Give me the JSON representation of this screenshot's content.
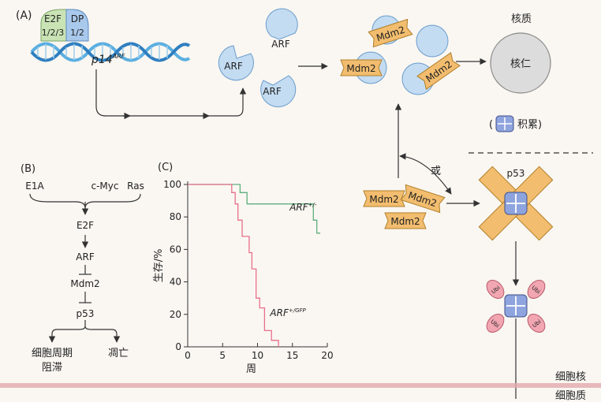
{
  "panels": {
    "a": "(A)",
    "b": "(B)",
    "c": "(C)"
  },
  "panel_a": {
    "e2f": "E2F",
    "e2f_sub": "1/2/3",
    "dp": "DP",
    "dp_sub": "1/2",
    "gene_main": "p14",
    "gene_sup": "ARF",
    "arf": "ARF",
    "mdm2": "Mdm2",
    "nucleoplasm": "核质",
    "nucleolus": "核仁",
    "accumulate_open": "(",
    "accumulate_text": "积累)",
    "or": "或",
    "p53": "p53",
    "ubi": "Ubi",
    "nucleus": "细胞核",
    "cytoplasm": "细胞质"
  },
  "panel_b": {
    "e1a": "E1A",
    "cmyc": "c-Myc",
    "ras": "Ras",
    "e2f": "E2F",
    "arf": "ARF",
    "mdm2": "Mdm2",
    "p53": "p53",
    "arrest_line1": "细胞周期",
    "arrest_line2": "阻滞",
    "apoptosis": "凋亡"
  },
  "chart_data": {
    "type": "line",
    "xlabel": "周",
    "ylabel": "生存/%",
    "xlim": [
      0,
      20
    ],
    "ylim": [
      0,
      100
    ],
    "xticks": [
      0,
      5,
      10,
      15,
      20
    ],
    "yticks": [
      0,
      20,
      40,
      60,
      80,
      100
    ],
    "grid": false,
    "series": [
      {
        "name": "ARF+/-",
        "name_main": "ARF",
        "name_sup": "+/-",
        "color": "#5fae7d",
        "steps": [
          [
            0,
            100
          ],
          [
            7.5,
            100
          ],
          [
            7.5,
            95
          ],
          [
            8.5,
            95
          ],
          [
            8.5,
            88
          ],
          [
            18,
            88
          ],
          [
            18,
            78
          ],
          [
            18.5,
            78
          ],
          [
            18.5,
            70
          ],
          [
            19,
            70
          ]
        ]
      },
      {
        "name": "ARF+/GFP",
        "name_main": "ARF",
        "name_sup": "+/GFP",
        "color": "#e8708a",
        "steps": [
          [
            0,
            100
          ],
          [
            6.3,
            100
          ],
          [
            6.3,
            95
          ],
          [
            6.8,
            95
          ],
          [
            6.8,
            88
          ],
          [
            7.2,
            88
          ],
          [
            7.2,
            78
          ],
          [
            7.8,
            78
          ],
          [
            7.8,
            68
          ],
          [
            8.8,
            68
          ],
          [
            8.8,
            58
          ],
          [
            9.2,
            58
          ],
          [
            9.2,
            48
          ],
          [
            9.8,
            48
          ],
          [
            9.8,
            30
          ],
          [
            10.3,
            30
          ],
          [
            10.3,
            24
          ],
          [
            11,
            24
          ],
          [
            11,
            10
          ],
          [
            12,
            10
          ],
          [
            12,
            4
          ],
          [
            13,
            4
          ],
          [
            13,
            0
          ]
        ]
      }
    ]
  },
  "colors": {
    "e2f_fill": "#c9e3b4",
    "dp_fill": "#a8c8ec",
    "dna": "#5aaee0",
    "arf_fill": "#c3dcf2",
    "mdm2_fill": "#f2bd6e",
    "nucleolus_fill": "#dcdcdc",
    "p53_fill": "#8da4de",
    "ubi_fill": "#f1a6b2",
    "membrane": "#e3a9ab"
  }
}
